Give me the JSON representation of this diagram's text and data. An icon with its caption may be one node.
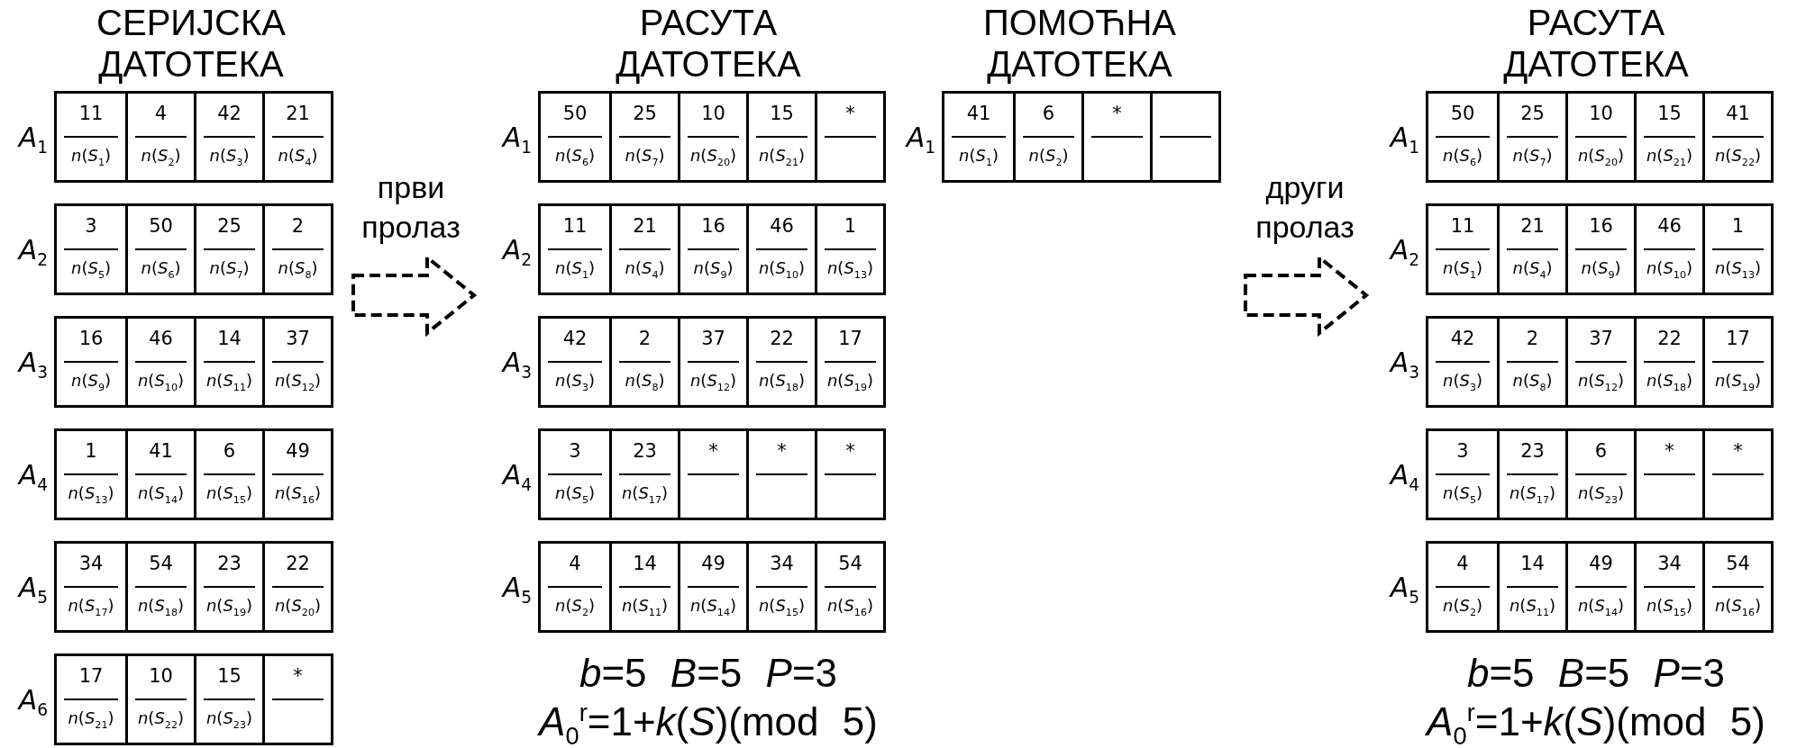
{
  "diagram": {
    "nodes": [
      {
        "text": [],
        "shape": "box",
        "beside": [
          "*A*$_{1}$"
        ]
      },
      {
        "text": [
          "11",
          "*n*(*S*$_{1}$)"
        ],
        "in": 0
      },
      {
        "text": [
          "4",
          "*n*(*S*$_{2}$)"
        ],
        "in": 0
      },
      {
        "text": [
          "42",
          "*n*(*S*$_{3}$)"
        ],
        "in": 0
      },
      {
        "text": [
          "21",
          "*n*(*S*$_{4}$)"
        ],
        "in": 0
      },
      {
        "text": [],
        "shape": "box",
        "beside": [
          "*A*$_{2}$"
        ]
      },
      {
        "text": [
          "3",
          "*n*(*S*$_{5}$)"
        ],
        "in": 5
      },
      {
        "text": [
          "50",
          "*n*(*S*$_{6}$)"
        ],
        "in": 5
      },
      {
        "text": [
          "25",
          "*n*(*S*$_{7}$)"
        ],
        "in": 5
      },
      {
        "text": [
          "2",
          "*n*(*S*$_{8}$)"
        ],
        "in": 5
      },
      {
        "text": [],
        "shape": "box",
        "beside": [
          "*A*$_{3}$"
        ]
      },
      {
        "text": [
          "16",
          "*n*(*S*$_{9}$)"
        ],
        "in": 10
      },
      {
        "text": [
          "46",
          "*n*(*S*$_{10}$)"
        ],
        "in": 10
      },
      {
        "text": [
          "14",
          "*n*(*S*$_{11}$)"
        ],
        "in": 10
      },
      {
        "text": [
          "37",
          "*n*(*S*$_{12}$)"
        ],
        "in": 10
      },
      {
        "text": [],
        "shape": "box",
        "beside": [
          "*A*$_{4}$"
        ]
      },
      {
        "text": [
          "1",
          "*n*(*S*$_{13}$)"
        ],
        "in": 15
      },
      {
        "text": [
          "41",
          "*n*(*S*$_{14}$)"
        ],
        "in": 15
      },
      {
        "text": [
          "6",
          "*n*(*S*$_{15}$)"
        ],
        "in": 15
      },
      {
        "text": [
          "49",
          "*n*(*S*$_{16}$)"
        ],
        "in": 15
      },
      {
        "text": [],
        "shape": "box",
        "beside": [
          "*A*$_{5}$"
        ]
      },
      {
        "text": [
          "34",
          "*n*(*S*$_{17}$)"
        ],
        "in": 20
      },
      {
        "text": [
          "54",
          "*n*(*S*$_{18}$)"
        ],
        "in": 20
      },
      {
        "text": [
          "23",
          "*n*(*S*$_{19}$)"
        ],
        "in": 20
      },
      {
        "text": [
          "22",
          "*n*(*S*$_{20}$)"
        ],
        "in": 20
      },
      {
        "text": [],
        "shape": "box",
        "beside": [
          "*A*$_{6}$"
        ]
      },
      {
        "text": [
          "17",
          "*n*(*S*$_{21}$)"
        ],
        "in": 25
      },
      {
        "text": [
          "10",
          "*n*(*S*$_{22}$)"
        ],
        "in": 25
      },
      {
        "text": [
          "15",
          "*n*(*S*$_{23}$)"
        ],
        "in": 25
      },
      {
        "text": [
          "*"
        ],
        "in": 25
      },
      {
        "text": [],
        "shape": "box",
        "beside": [
          "*A*$_{1}$"
        ]
      },
      {
        "text": [
          "50",
          "*n*(*S*$_{6}$)"
        ],
        "in": 30
      },
      {
        "text": [
          "25",
          "*n*(*S*$_{7}$)"
        ],
        "in": 30
      },
      {
        "text": [
          "10",
          "*n*(*S*$_{20}$)"
        ],
        "in": 30
      },
      {
        "text": [
          "15",
          "*n*(*S*$_{21}$)"
        ],
        "in": 30
      },
      {
        "text": [
          "*"
        ],
        "in": 30
      },
      {
        "text": [],
        "shape": "box",
        "beside": [
          "*A*$_{2}$"
        ]
      },
      {
        "text": [
          "11",
          "*n*(*S*$_{1}$)"
        ],
        "in": 36
      },
      {
        "text": [
          "21",
          "*n*(*S*$_{4}$)"
        ],
        "in": 36
      },
      {
        "text": [
          "16",
          "*n*(*S*$_{9}$)"
        ],
        "in": 36
      },
      {
        "text": [
          "46",
          "*n*(*S*$_{10}$)"
        ],
        "in": 36
      },
      {
        "text": [
          "1",
          "*n*(*S*$_{13}$)"
        ],
        "in": 36
      },
      {
        "text": [],
        "shape": "box",
        "beside": [
          "*A*$_{3}$"
        ]
      },
      {
        "text": [
          "42",
          "*n*(*S*$_{3}$)"
        ],
        "in": 42
      },
      {
        "text": [
          "2",
          "*n*(*S*$_{8}$)"
        ],
        "in": 42
      },
      {
        "text": [
          "37",
          "*n*(*S*$_{12}$)"
        ],
        "in": 42
      },
      {
        "text": [
          "22",
          "*n*(*S*$_{18}$)"
        ],
        "in": 42
      },
      {
        "text": [
          "17",
          "*n*(*S*$_{19}$)"
        ],
        "in": 42
      },
      {
        "text": [],
        "shape": "box",
        "beside": [
          "*A*$_{4}$"
        ]
      },
      {
        "text": [
          "3",
          "*n*(*S*$_{5}$)"
        ],
        "in": 48
      },
      {
        "text": [
          "23",
          "*n*(*S*$_{17}$)"
        ],
        "in": 48
      },
      {
        "text": [
          "*"
        ],
        "in": 48
      },
      {
        "text": [
          "*"
        ],
        "in": 48
      },
      {
        "text": [
          "*"
        ],
        "in": 48
      },
      {
        "text": [],
        "shape": "box",
        "beside": [
          "*A*$_{5}$"
        ]
      },
      {
        "text": [
          "4",
          "*n*(*S*$_{2}$)"
        ],
        "in": 54
      },
      {
        "text": [
          "14",
          "*n*(*S*$_{11}$)"
        ],
        "in": 54
      },
      {
        "text": [
          "49",
          "*n*(*S*$_{14}$)"
        ],
        "in": 54
      },
      {
        "text": [
          "34",
          "*n*(*S*$_{15}$)"
        ],
        "in": 54
      },
      {
        "text": [
          "54",
          "*n*(*S*$_{16}$)"
        ],
        "in": 54
      },
      {
        "text": [],
        "shape": "box",
        "beside": [
          "*A*$_{1}$"
        ]
      },
      {
        "text": [
          "41",
          "*n*(*S*$_{1}$)"
        ],
        "in": 60
      },
      {
        "text": [
          "6",
          "*n*(*S*$_{2}$)"
        ],
        "in": 60
      },
      {
        "text": [
          "*"
        ],
        "in": 60
      },
      {
        "text": [],
        "shape": "box",
        "in": 60
      },
      {
        "text": [],
        "shape": "box",
        "beside": [
          "*A*$_{1}$"
        ]
      },
      {
        "text": [
          "50",
          "*n*(*S*$_{6}$)"
        ],
        "in": 65
      },
      {
        "text": [
          "25",
          "*n*(*S*$_{7}$)"
        ],
        "in": 65
      },
      {
        "text": [
          "10",
          "*n*(*S*$_{20}$)"
        ],
        "in": 65
      },
      {
        "text": [
          "15",
          "*n*(*S*$_{21}$)"
        ],
        "in": 65
      },
      {
        "text": [
          "41",
          "*n*(*S*$_{22}$)"
        ],
        "in": 65
      },
      {
        "text": [],
        "shape": "box",
        "beside": [
          "*A*$_{2}$"
        ]
      },
      {
        "text": [
          "11",
          "*n*(*S*$_{1}$)"
        ],
        "in": 71
      },
      {
        "text": [
          "21",
          "*n*(*S*$_{4}$)"
        ],
        "in": 71
      },
      {
        "text": [
          "16",
          "*n*(*S*$_{9}$)"
        ],
        "in": 71
      },
      {
        "text": [
          "46",
          "*n*(*S*$_{10}$)"
        ],
        "in": 71
      },
      {
        "text": [
          "1",
          "*n*(*S*$_{13}$)"
        ],
        "in": 71
      },
      {
        "text": [],
        "shape": "box",
        "beside": [
          "*A*$_{3}$"
        ]
      },
      {
        "text": [
          "42",
          "*n*(*S*$_{3}$)"
        ],
        "in": 77
      },
      {
        "text": [
          "2",
          "*n*(*S*$_{8}$)"
        ],
        "in": 77
      },
      {
        "text": [
          "37",
          "*n*(*S*$_{12}$)"
        ],
        "in": 77
      },
      {
        "text": [
          "22",
          "*n*(*S*$_{18}$)"
        ],
        "in": 77
      },
      {
        "text": [
          "17",
          "*n*(*S*$_{19}$)"
        ],
        "in": 77
      },
      {
        "text": [],
        "shape": "box",
        "beside": [
          "*A*$_{4}$"
        ]
      },
      {
        "text": [
          "3",
          "*n*(*S*$_{5}$)"
        ],
        "in": 83
      },
      {
        "text": [
          "23",
          "*n*(*S*$_{17}$)"
        ],
        "in": 83
      },
      {
        "text": [
          "6",
          "*n*(*S*$_{23}$)"
        ],
        "in": 83
      },
      {
        "text": [
          "*"
        ],
        "in": 83
      },
      {
        "text": [
          "*"
        ],
        "in": 83
      },
      {
        "text": [],
        "shape": "box",
        "beside": [
          "*A*$_{5}$"
        ]
      },
      {
        "text": [
          "4",
          "*n*(*S*$_{2}$)"
        ],
        "in": 89
      },
      {
        "text": [
          "14",
          "*n*(*S*$_{11}$)"
        ],
        "in": 89
      },
      {
        "text": [
          "49",
          "*n*(*S*$_{14}$)"
        ],
        "in": 89
      },
      {
        "text": [
          "34",
          "*n*(*S*$_{15}$)"
        ],
        "in": 89
      },
      {
        "text": [
          "54",
          "*n*(*S*$_{16}$)"
        ],
        "in": 89
      }
    ],
    "labels": [
      "СЕРИЈСКА ДАТОТЕКА",
      "РАСУТА ДАТОТЕКА",
      "ПОМОЋНА ДАТОТЕКА",
      "РАСУТА ДАТОТЕКА",
      "први пролаз",
      "други пролаз",
      "*b*=5 *B*=5 *P*=3",
      "*A*$_{0}$$^{r}$=1+*k*(*S*)(mod 5)",
      "*b*=5 *B*=5 *P*=3",
      "*A*$_{0}$$^{r}$=1+*k*(*S*)(mod 5)"
    ]
  }
}
